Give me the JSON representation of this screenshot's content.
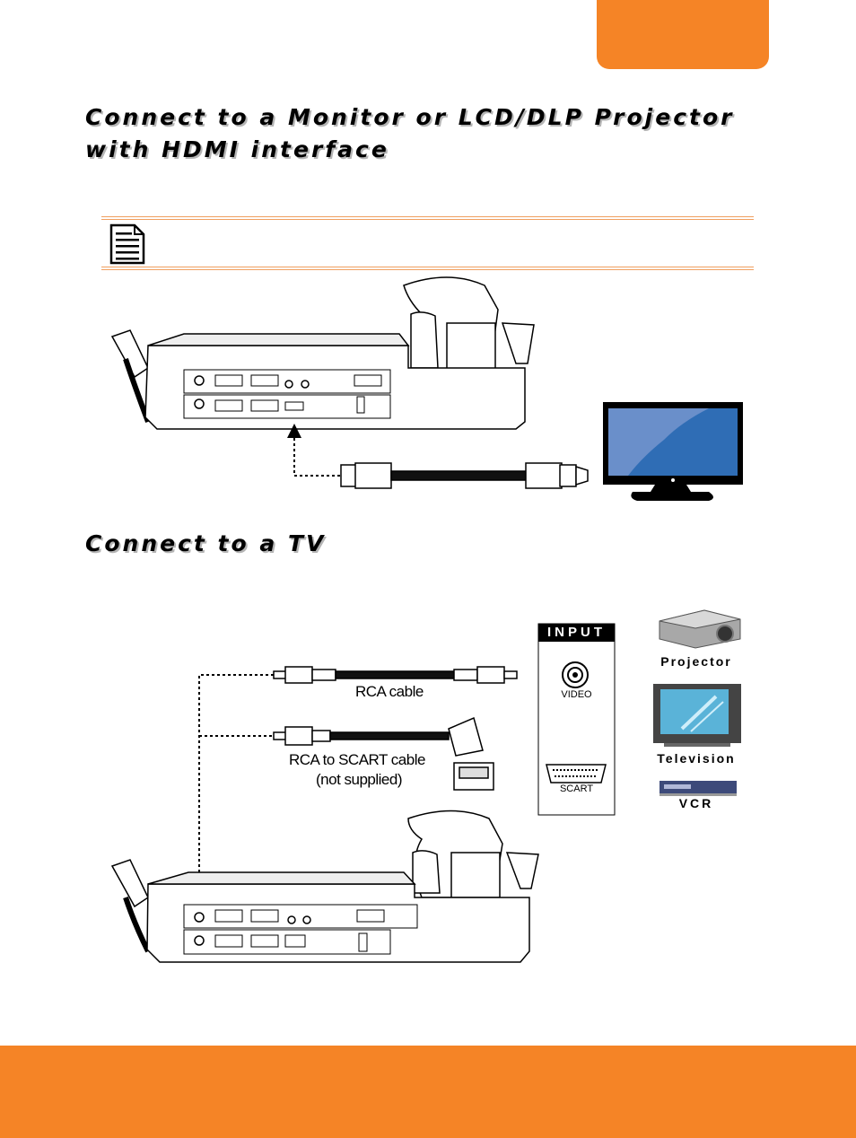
{
  "headings": {
    "hdmi": "Connect to a Monitor or LCD/DLP Projector with HDMI interface",
    "tv": "Connect to a TV"
  },
  "tv_diagram": {
    "rca_cable_label": "RCA cable",
    "scart_cable_label_line1": "RCA to SCART cable",
    "scart_cable_label_line2": "(not supplied)",
    "input_panel_title": "INPUT",
    "video_label": "VIDEO",
    "scart_label": "SCART",
    "devices": [
      "Projector",
      "Television",
      "VCR"
    ]
  },
  "colors": {
    "accent": "#f58426",
    "rule": "#f0a060",
    "screen_blue": "#2f6db5"
  },
  "icons": [
    "note-icon"
  ]
}
